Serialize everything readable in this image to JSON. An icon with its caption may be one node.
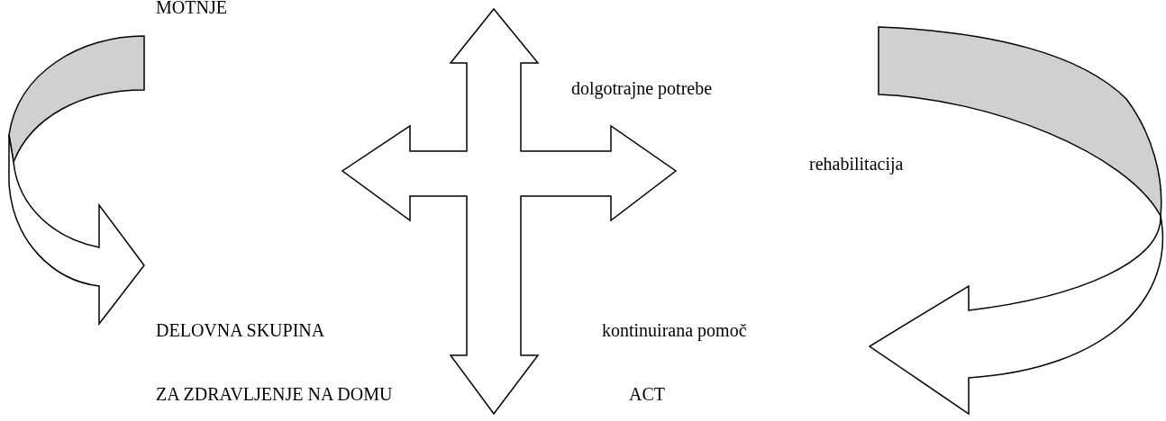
{
  "diagram": {
    "labels": [
      "MOTNJE",
      "dolgotrajne potrebe",
      "rehabilitacija",
      "DELOVNA SKUPINA",
      "kontinuirana pomoč",
      "ZA ZDRAVLJENJE NA DOMU",
      "ACT"
    ]
  }
}
